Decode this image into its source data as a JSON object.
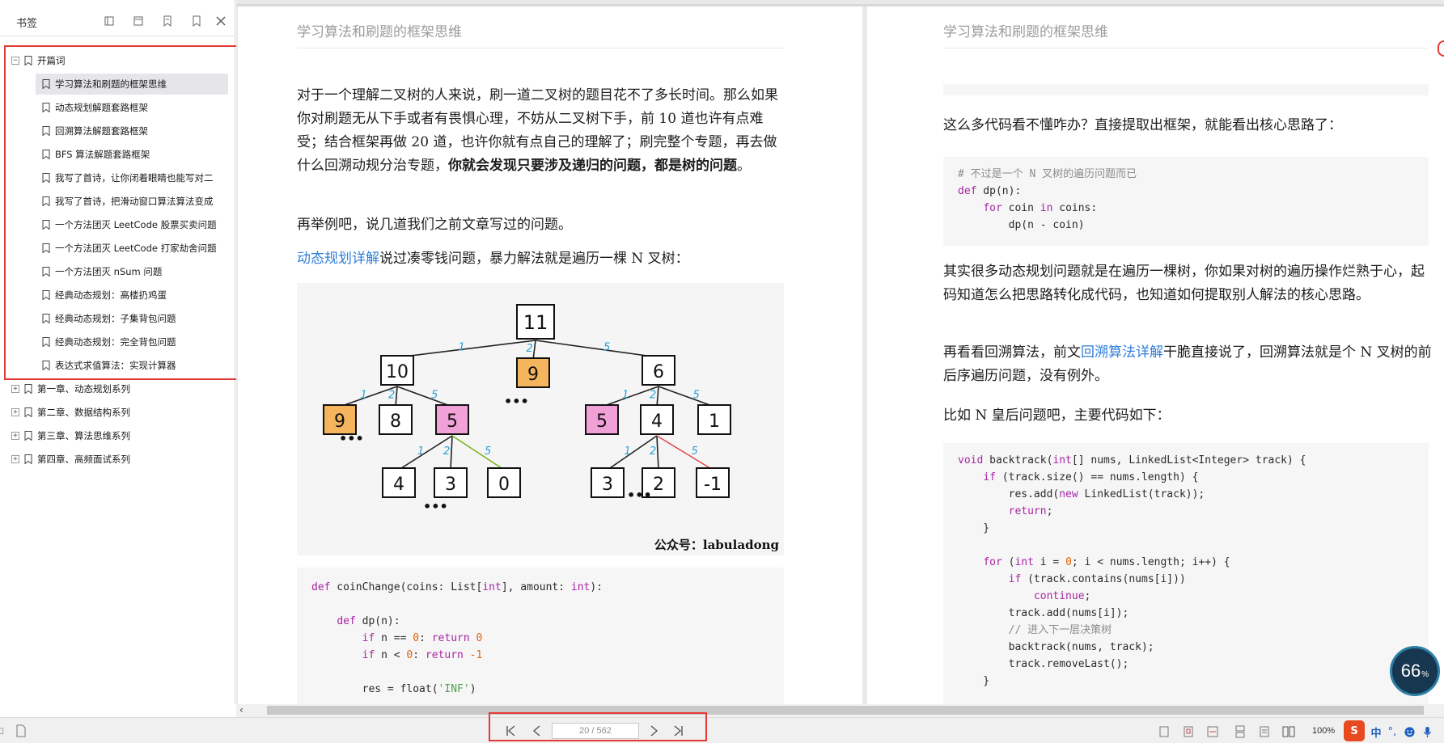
{
  "sidebar": {
    "title": "书签",
    "tree": [
      {
        "label": "开篇词",
        "expander": "−"
      },
      {
        "label": "学习算法和刷题的框架思维"
      },
      {
        "label": "动态规划解题套路框架"
      },
      {
        "label": "回溯算法解题套路框架"
      },
      {
        "label": "BFS 算法解题套路框架"
      },
      {
        "label": "我写了首诗，让你闭着眼睛也能写对二"
      },
      {
        "label": "我写了首诗，把滑动窗口算法算法变成"
      },
      {
        "label": "一个方法团灭 LeetCode 股票买卖问题"
      },
      {
        "label": "一个方法团灭 LeetCode 打家劫舍问题"
      },
      {
        "label": "一个方法团灭 nSum 问题"
      },
      {
        "label": "经典动态规划：高楼扔鸡蛋"
      },
      {
        "label": "经典动态规划：子集背包问题"
      },
      {
        "label": "经典动态规划：完全背包问题"
      },
      {
        "label": "表达式求值算法：实现计算器"
      },
      {
        "label": "第一章、动态规划系列",
        "expander": "+"
      },
      {
        "label": "第二章、数据结构系列",
        "expander": "+"
      },
      {
        "label": "第三章、算法思维系列",
        "expander": "+"
      },
      {
        "label": "第四章、高频面试系列",
        "expander": "+"
      }
    ]
  },
  "left_page": {
    "header": "学习算法和刷题的框架思维",
    "para1_a": "对于一个理解二叉树的人来说，刷一道二叉树的题目花不了多长时间。那么如果你对刷题无从下手或者有畏惧心理，不妨从二叉树下手，前 10 道也许有点难受；结合框架再做 20 道，也许你就有点自己的理解了；刷完整个专题，再去做什么回溯动规分治专题，",
    "para1_b": "你就会发现只要涉及递归的问题，都是树的问题",
    "para1_c": "。",
    "para2": "再举例吧，说几道我们之前文章写过的问题。",
    "para3_link": "动态规划详解",
    "para3_rest": "说过凑零钱问题，暴力解法就是遍历一棵 N 叉树：",
    "figure": {
      "nodes": [
        "11",
        "10",
        "9",
        "6",
        "9",
        "8",
        "5",
        "5",
        "4",
        "1",
        "4",
        "3",
        "0",
        "3",
        "2",
        "-1"
      ],
      "edge_labels": [
        "1",
        "2",
        "5",
        "1",
        "2",
        "5",
        "1",
        "2",
        "5",
        "1",
        "2",
        "5",
        "1",
        "2",
        "5"
      ],
      "ellipsis": "•••",
      "watermark": "公众号：labuladong"
    },
    "code": [
      "def coinChange(coins: List[int], amount: int):",
      "",
      "    def dp(n):",
      "        if n == 0: return 0",
      "        if n < 0: return -1",
      "",
      "        res = float('INF')"
    ]
  },
  "right_page": {
    "header": "学习算法和刷题的框架思维",
    "para1": "这么多代码看不懂咋办？直接提取出框架，就能看出核心思路了：",
    "code1": [
      "# 不过是一个 N 叉树的遍历问题而已",
      "def dp(n):",
      "    for coin in coins:",
      "        dp(n - coin)"
    ],
    "para2": "其实很多动态规划问题就是在遍历一棵树，你如果对树的遍历操作烂熟于心，起码知道怎么把思路转化成代码，也知道如何提取别人解法的核心思路。",
    "para3_a": "再看看回溯算法，前文",
    "para3_link": "回溯算法详解",
    "para3_b": "干脆直接说了，回溯算法就是个 N 叉树的前后序遍历问题，没有例外。",
    "para4": "比如 N 皇后问题吧，主要代码如下：",
    "code2": [
      "void backtrack(int[] nums, LinkedList<Integer> track) {",
      "    if (track.size() == nums.length) {",
      "        res.add(new LinkedList(track));",
      "        return;",
      "    }",
      "",
      "    for (int i = 0; i < nums.length; i++) {",
      "        if (track.contains(nums[i]))",
      "            continue;",
      "        track.add(nums[i]);",
      "        // 进入下一层决策树",
      "        backtrack(nums, track);",
      "        track.removeLast();",
      "    }"
    ]
  },
  "statusbar": {
    "page_indicator": "20 / 562",
    "zoom": "100%",
    "ime_mode": "中",
    "ime_punct": "°,"
  },
  "perf_widget": {
    "value": "66",
    "unit": "%"
  },
  "colors": {
    "accent_link": "#2f7ed8",
    "highlight_red": "#e53935",
    "node_orange": "#f5b55c",
    "node_pink": "#f2a0d8"
  }
}
